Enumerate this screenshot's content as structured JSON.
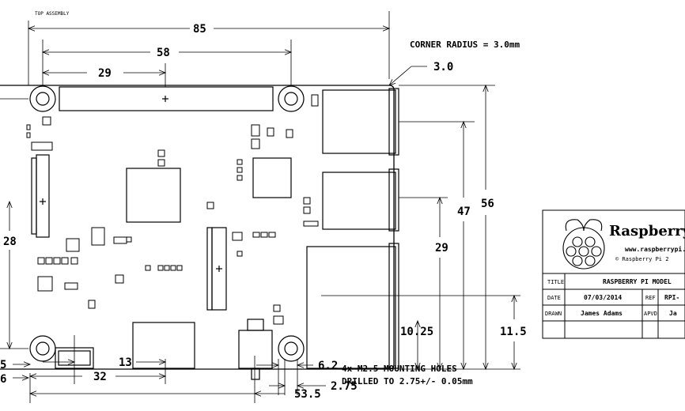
{
  "drawing": {
    "header": "TOP ASSEMBLY",
    "dimensions": {
      "overall_width": "85",
      "hole_spacing_x": "58",
      "header_offset": "29",
      "corner_radius_value": "3.0",
      "overall_height": "56",
      "usb_offset": "47",
      "usb2_offset": "29",
      "ethernet_offset": "11.5",
      "ethernet_small": "10.25",
      "left_offset": "28",
      "edge_small_a": "5",
      "edge_small_b": "6",
      "hdmi_pos": "32",
      "micro_usb_pos": "13",
      "audio_pos": "53.5",
      "hole_dia_a": "6.2",
      "hole_dia_b": "2.75"
    },
    "notes": {
      "corner_radius": "CORNER RADIUS = 3.0mm",
      "mounting_line1": "4x M2.5 MOUNTING HOLES",
      "mounting_line2": "DRILLED TO 2.75+/- 0.05mm"
    }
  },
  "title_block": {
    "brand": "Raspberry",
    "url": "www.raspberrypi.",
    "copyright": "© Raspberry Pi 2",
    "title_label": "TITLE",
    "title_value": "RASPBERRY PI MODEL",
    "date_label": "DATE",
    "date_value": "07/03/2014",
    "ref_label": "REF",
    "ref_value": "RPI-",
    "drawn_label": "DRAWN",
    "drawn_value": "James Adams",
    "apvd_label": "APVD",
    "apvd_value": "Ja"
  }
}
